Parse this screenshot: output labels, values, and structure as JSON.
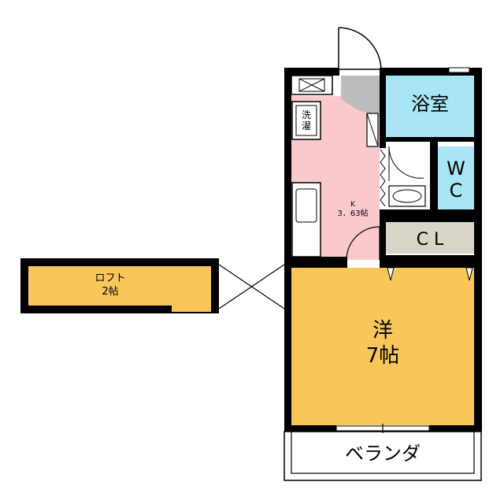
{
  "rooms": {
    "bath": "浴室",
    "washer": [
      "洗",
      "濯"
    ],
    "wc": [
      "W",
      "C"
    ],
    "kitchen": [
      "K",
      "3．63帖"
    ],
    "closet": "C L",
    "western": [
      "洋",
      "7帖"
    ],
    "loft": [
      "ロフト",
      "2帖"
    ],
    "balcony": "ベランダ"
  },
  "colors": {
    "wall": "#000000",
    "kitchen": "#f9c9cc",
    "bath": "#a8e6f5",
    "western": "#f8c659",
    "closet": "#d8d4c8",
    "floor_gray": "#bcbcbc"
  }
}
